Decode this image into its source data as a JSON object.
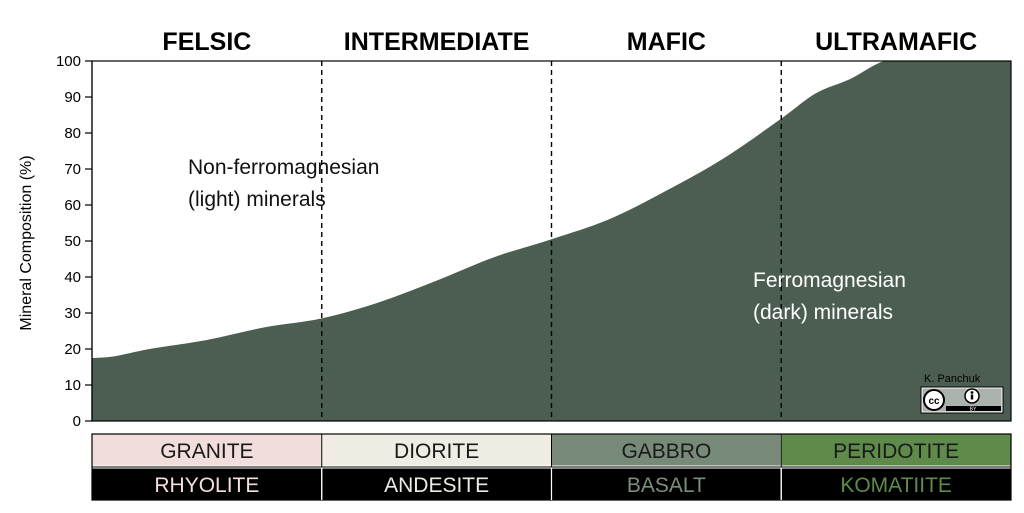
{
  "chart_data": {
    "type": "area",
    "categories": [
      "FELSIC",
      "INTERMEDIATE",
      "MAFIC",
      "ULTRAMAFIC"
    ],
    "ylabel": "Mineral Composition (%)",
    "ylim": [
      0,
      100
    ],
    "yticks": [
      0,
      10,
      20,
      30,
      40,
      50,
      60,
      70,
      80,
      90,
      100
    ],
    "grid": false,
    "series": [
      {
        "name": "Ferromagnesian (dark) minerals",
        "color": "#4c5e52",
        "x": [
          0,
          0.1,
          0.25,
          0.5,
          0.75,
          1.0,
          1.25,
          1.5,
          1.75,
          2.0,
          2.25,
          2.5,
          2.75,
          3.0,
          3.15,
          3.3,
          3.45,
          3.6,
          4.0
        ],
        "values": [
          17.5,
          18,
          20,
          22.5,
          26,
          28.5,
          33,
          39,
          45.5,
          50.5,
          56,
          64,
          73,
          84,
          91,
          95,
          100,
          100,
          100
        ]
      }
    ],
    "region_labels": {
      "light": [
        "Non-ferromagnesian",
        "(light) minerals"
      ],
      "dark": [
        "Ferromagnesian",
        "(dark) minerals"
      ]
    }
  },
  "rock_table": {
    "intrusive": [
      {
        "label": "GRANITE",
        "bg": "#f2dddd",
        "fg": "#1a1a1a"
      },
      {
        "label": "DIORITE",
        "bg": "#efede3",
        "fg": "#1a1a1a"
      },
      {
        "label": "GABBRO",
        "bg": "#778a78",
        "fg": "#1a1a1a"
      },
      {
        "label": "PERIDOTITE",
        "bg": "#5e8a4a",
        "fg": "#1a1a1a"
      }
    ],
    "extrusive": [
      {
        "label": "RHYOLITE",
        "bg": "#000000",
        "fg": "#f4dede"
      },
      {
        "label": "ANDESITE",
        "bg": "#000000",
        "fg": "#ecebe3"
      },
      {
        "label": "BASALT",
        "bg": "#000000",
        "fg": "#7c8e7c"
      },
      {
        "label": "KOMATIITE",
        "bg": "#000000",
        "fg": "#5f8c4b"
      }
    ]
  },
  "credit": {
    "author": "K. Panchuk",
    "license_cc": "cc",
    "license_by": "BY",
    "icon": "creative-commons-by-icon"
  }
}
